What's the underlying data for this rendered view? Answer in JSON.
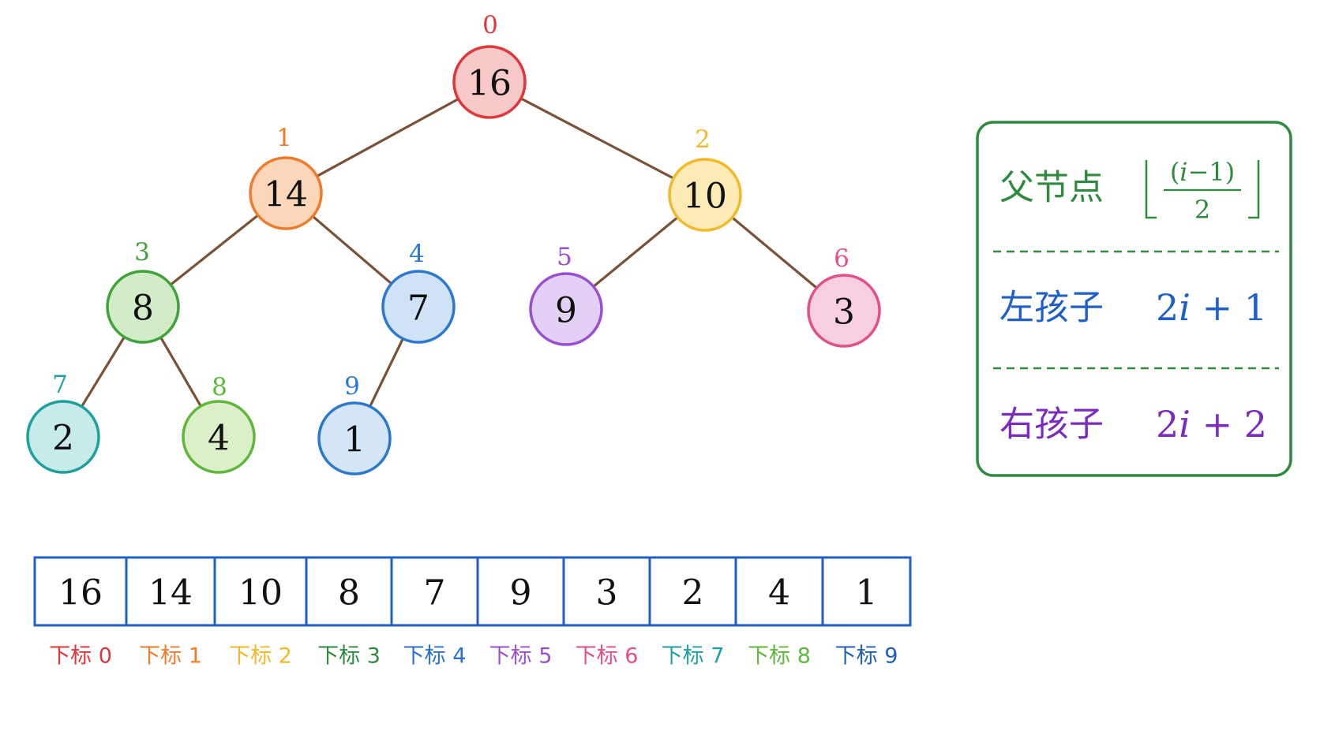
{
  "tree": {
    "nodes": [
      {
        "index": "0",
        "value": "16",
        "color": "#e0363a",
        "fill": "#f7c9c9"
      },
      {
        "index": "1",
        "value": "14",
        "color": "#f07c2b",
        "fill": "#fcd6b9"
      },
      {
        "index": "2",
        "value": "10",
        "color": "#f2b92a",
        "fill": "#fdebb6"
      },
      {
        "index": "3",
        "value": "8",
        "color": "#3ea33b",
        "fill": "#d2ecc8"
      },
      {
        "index": "4",
        "value": "7",
        "color": "#2c78d0",
        "fill": "#cfe2f6"
      },
      {
        "index": "5",
        "value": "9",
        "color": "#9a4fd0",
        "fill": "#e3d0f4"
      },
      {
        "index": "6",
        "value": "3",
        "color": "#e34f8a",
        "fill": "#f8cfe0"
      },
      {
        "index": "7",
        "value": "2",
        "color": "#1fa0a0",
        "fill": "#c7ebe9"
      },
      {
        "index": "8",
        "value": "4",
        "color": "#5fb83a",
        "fill": "#dbf0c9"
      },
      {
        "index": "9",
        "value": "1",
        "color": "#2c78d0",
        "fill": "#d4e5f7"
      }
    ],
    "edges": [
      [
        0,
        1
      ],
      [
        0,
        2
      ],
      [
        1,
        3
      ],
      [
        1,
        4
      ],
      [
        2,
        5
      ],
      [
        2,
        6
      ],
      [
        3,
        7
      ],
      [
        3,
        8
      ],
      [
        4,
        9
      ]
    ]
  },
  "array": {
    "values": [
      "16",
      "14",
      "10",
      "8",
      "7",
      "9",
      "3",
      "2",
      "4",
      "1"
    ],
    "labels": [
      "下标 0",
      "下标 1",
      "下标 2",
      "下标 3",
      "下标 4",
      "下标 5",
      "下标 6",
      "下标 7",
      "下标 8",
      "下标 9"
    ],
    "label_colors": [
      "#e0363a",
      "#f07c2b",
      "#f2b92a",
      "#2e8b3e",
      "#2c6fd0",
      "#9a4fd0",
      "#e34f8a",
      "#1fa0a0",
      "#5fb83a",
      "#1f5fb8"
    ],
    "border_color": "#1f5fc8"
  },
  "formula_box": {
    "border_color": "#2e8b3e",
    "parent": {
      "name": "父节点",
      "numerator_open": "(",
      "numerator_var": "i",
      "numerator_rest": "−1)",
      "denominator": "2",
      "color": "#2e8b3e"
    },
    "left_child": {
      "name": "左孩子",
      "coef": "2",
      "var": "i",
      "rest": " + 1",
      "color": "#1f5fc8"
    },
    "right_child": {
      "name": "右孩子",
      "coef": "2",
      "var": "i",
      "rest": " + 2",
      "color": "#7a2cbf"
    }
  }
}
